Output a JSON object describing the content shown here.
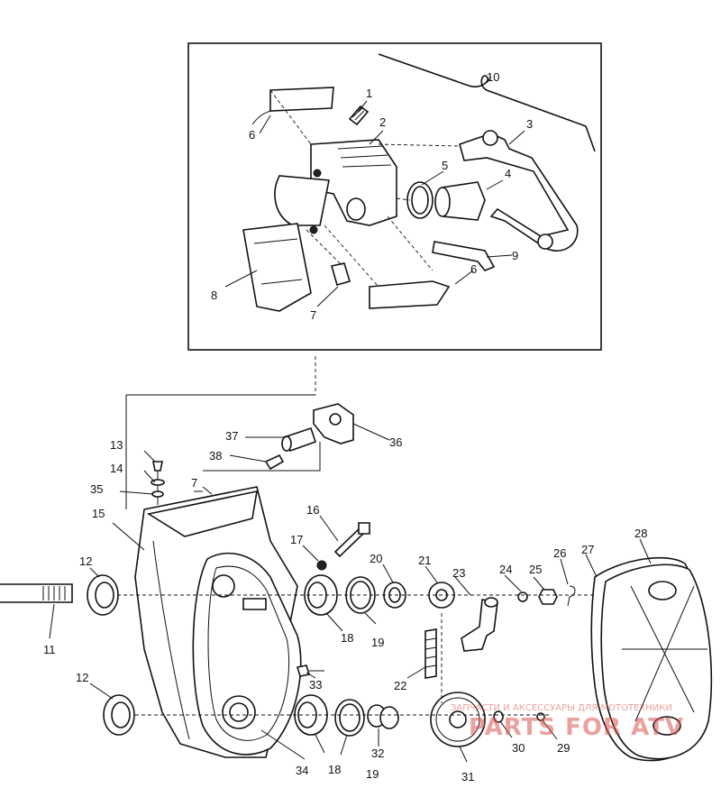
{
  "diagram": {
    "labels": {
      "p1": "1",
      "p2": "2",
      "p3": "3",
      "p4": "4",
      "p5": "5",
      "p6a": "6",
      "p6b": "6",
      "p7a": "7",
      "p7b": "7",
      "p8": "8",
      "p9": "9",
      "p10": "10",
      "p11": "11",
      "p12a": "12",
      "p12b": "12",
      "p13": "13",
      "p14": "14",
      "p15": "15",
      "p16": "16",
      "p17": "17",
      "p18a": "18",
      "p18b": "18",
      "p19a": "19",
      "p19b": "19",
      "p20": "20",
      "p21": "21",
      "p22": "22",
      "p23": "23",
      "p24": "24",
      "p25": "25",
      "p26": "26",
      "p27": "27",
      "p28": "28",
      "p29": "29",
      "p30": "30",
      "p31": "31",
      "p32": "32",
      "p33": "33",
      "p34": "34",
      "p35": "35",
      "p36": "36",
      "p37": "37",
      "p38": "38"
    },
    "watermark": {
      "caption": "ЗАПЧАСТИ И АКСЕССУАРЫ ДЛЯ МОТОТЕХНИКИ",
      "brand": "PARTS FOR ATV"
    },
    "colors": {
      "ink": "#111111",
      "watermark": "#d9534f",
      "background": "#ffffff"
    }
  }
}
